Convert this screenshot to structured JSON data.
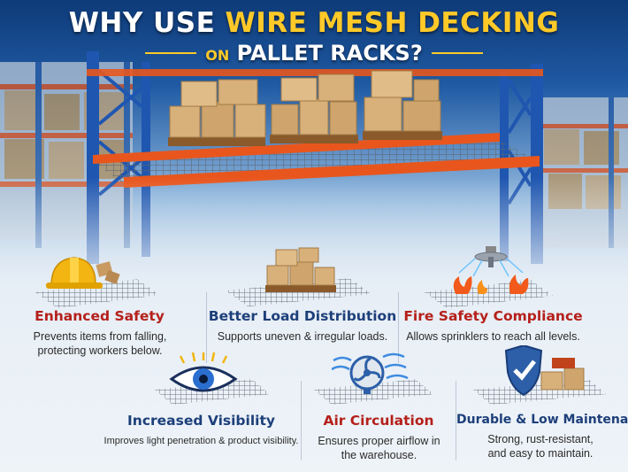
{
  "header": {
    "title_line1_part1": "WHY USE ",
    "title_line1_part2": "WIRE MESH DECKING",
    "title_line2_on": "ON",
    "title_line2_rest": "PALLET RACKS?"
  },
  "features": [
    {
      "title": "Enhanced Safety",
      "description": "Prevents items from falling, protecting workers below.",
      "icon": "hard-hat-icon"
    },
    {
      "title": "Better Load Distribution",
      "description": "Supports uneven & irregular loads.",
      "icon": "pallet-boxes-icon"
    },
    {
      "title": "Fire Safety Compliance",
      "description": "Allows sprinklers to reach all levels.",
      "icon": "sprinkler-fire-icon"
    },
    {
      "title": "Increased Visibility",
      "description": "Improves light penetration & product visibility.",
      "icon": "eye-icon"
    },
    {
      "title": "Air Circulation",
      "description": "Ensures proper airflow in the warehouse.",
      "icon": "fan-icon"
    },
    {
      "title": "Durable & Low Maintenance",
      "description": "Strong, rust-resistant, and easy to maintain.",
      "icon": "shield-check-icon"
    }
  ],
  "colors": {
    "accent_yellow": "#ffc928",
    "title_red": "#b5201b",
    "title_blue": "#1d3f7a",
    "rack_orange": "#e8561d",
    "rack_blue": "#1f56b0"
  }
}
